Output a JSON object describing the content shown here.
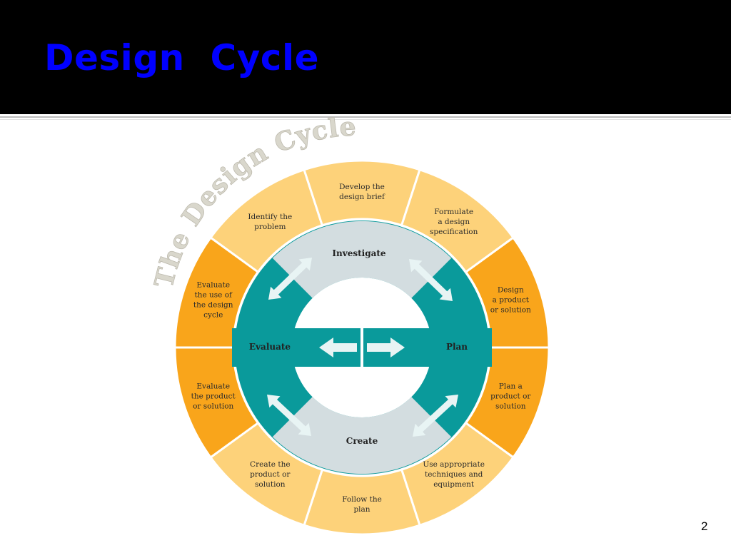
{
  "slide": {
    "title": "Design  Cycle",
    "number": "2"
  },
  "diagram": {
    "ring_title": "The Design Cycle",
    "phases": {
      "investigate": "Investigate",
      "plan": "Plan",
      "create": "Create",
      "evaluate": "Evaluate"
    },
    "segments": [
      {
        "phase": "investigate",
        "lines": [
          "Identify the",
          "problem"
        ]
      },
      {
        "phase": "investigate",
        "lines": [
          "Develop the",
          "design brief"
        ]
      },
      {
        "phase": "investigate",
        "lines": [
          "Formulate",
          "a design",
          "specification"
        ]
      },
      {
        "phase": "plan",
        "lines": [
          "Design",
          "a product",
          "or solution"
        ]
      },
      {
        "phase": "plan",
        "lines": [
          "Plan a",
          "product or",
          "solution"
        ]
      },
      {
        "phase": "create",
        "lines": [
          "Use appropriate",
          "techniques and",
          "equipment"
        ]
      },
      {
        "phase": "create",
        "lines": [
          "Follow the",
          "plan"
        ]
      },
      {
        "phase": "create",
        "lines": [
          "Create the",
          "product or",
          "solution"
        ]
      },
      {
        "phase": "evaluate",
        "lines": [
          "Evaluate",
          "the product",
          "or solution"
        ]
      },
      {
        "phase": "evaluate",
        "lines": [
          "Evaluate",
          "the use of",
          "the design",
          "cycle"
        ]
      }
    ],
    "colors": {
      "light_segment": "#fdd27a",
      "dark_segment": "#f9a51b",
      "teal": "#0a9a9b",
      "grey_band": "#d3dde0",
      "arrow": "#e8f4f4",
      "title_bar": "#000000",
      "title_text": "#0000ff"
    }
  }
}
